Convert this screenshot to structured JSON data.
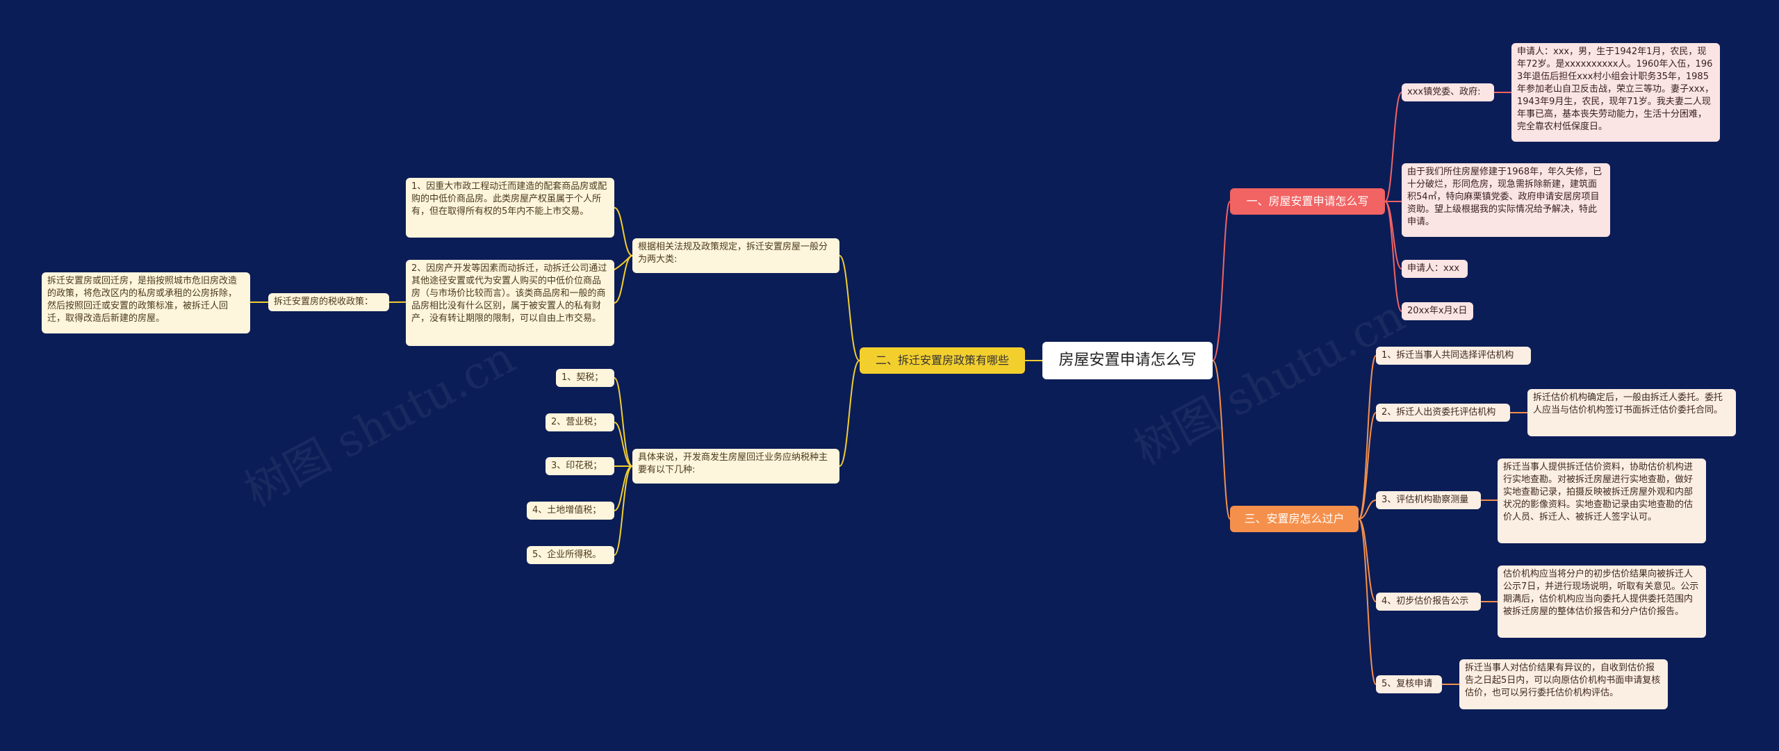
{
  "watermark": [
    "树图 shutu.cn",
    "树图 shutu.cn"
  ],
  "root": "房屋安置申请怎么写",
  "colors": {
    "background": "#0b1d57",
    "red": "#f26363",
    "yellow": "#f3cf2e",
    "orange": "#f5904c"
  },
  "branch1": {
    "title": "一、房屋安置申请怎么写",
    "item1": "xxx镇党委、政府:",
    "item1_detail": "申请人：xxx，男，生于1942年1月，农民，现年72岁。是xxxxxxxxxx人。1960年入伍，1963年退伍后担任xxx村小组会计职务35年，1985年参加老山自卫反击战，荣立三等功。妻子xxx，1943年9月生，农民，现年71岁。我夫妻二人现年事已高，基本丧失劳动能力，生活十分困难，完全靠农村低保度日。",
    "item2": "由于我们所住房屋修建于1968年，年久失修，已十分破烂，形同危房，现急需拆除新建，建筑面积54㎡，特向麻栗镇党委、政府申请安居房项目资助。望上级根据我的实际情况给予解决，特此申请。",
    "item3": "申请人：xxx",
    "item4": "20xx年x月x日"
  },
  "branch2": {
    "title": "二、拆迁安置房政策有哪些",
    "sub1": "根据相关法规及政策规定，拆迁安置房屋一般分为两大类:",
    "sub1_item1": "1、因重大市政工程动迁而建造的配套商品房或配购的中低价商品房。此类房屋产权虽属于个人所有，但在取得所有权的5年内不能上市交易。",
    "sub1_item2": "2、因房产开发等因素而动拆迁，动拆迁公司通过其他途径安置或代为安置人购买的中低价位商品房（与市场价比较而言）。该类商品房和一般的商品房相比没有什么区别，属于被安置人的私有财产，没有转让期限的限制，可以自由上市交易。",
    "tax_policy": "拆迁安置房的税收政策：",
    "tax_detail": "拆迁安置房或回迁房，是指按照城市危旧房改造的政策，将危改区内的私房或承租的公房拆除，然后按照回迁或安置的政策标准，被拆迁人回迁，取得改造后新建的房屋。",
    "sub2": "具体来说，开发商发生房屋回迁业务应纳税种主要有以下几种:",
    "taxes": [
      "1、契税；",
      "2、营业税；",
      "3、印花税；",
      "4、土地增值税；",
      "5、企业所得税。"
    ]
  },
  "branch3": {
    "title": "三、安置房怎么过户",
    "steps": [
      {
        "label": "1、拆迁当事人共同选择评估机构",
        "detail": ""
      },
      {
        "label": "2、拆迁人出资委托评估机构",
        "detail": "拆迁估价机构确定后，一般由拆迁人委托。委托人应当与估价机构签订书面拆迁估价委托合同。"
      },
      {
        "label": "3、评估机构勘察测量",
        "detail": "拆迁当事人提供拆迁估价资料，协助估价机构进行实地查勘。对被拆迁房屋进行实地查勘，做好实地查勘记录，拍摄反映被拆迁房屋外观和内部状况的影像资料。实地查勘记录由实地查勘的估价人员、拆迁人、被拆迁人签字认可。"
      },
      {
        "label": "4、初步估价报告公示",
        "detail": "估价机构应当将分户的初步估价结果向被拆迁人公示7日，并进行现场说明，听取有关意见。公示期满后，估价机构应当向委托人提供委托范围内被拆迁房屋的整体估价报告和分户估价报告。"
      },
      {
        "label": "5、复核申请",
        "detail": "拆迁当事人对估价结果有异议的，自收到估价报告之日起5日内，可以向原估价机构书面申请复核估价，也可以另行委托估价机构评估。"
      }
    ]
  }
}
